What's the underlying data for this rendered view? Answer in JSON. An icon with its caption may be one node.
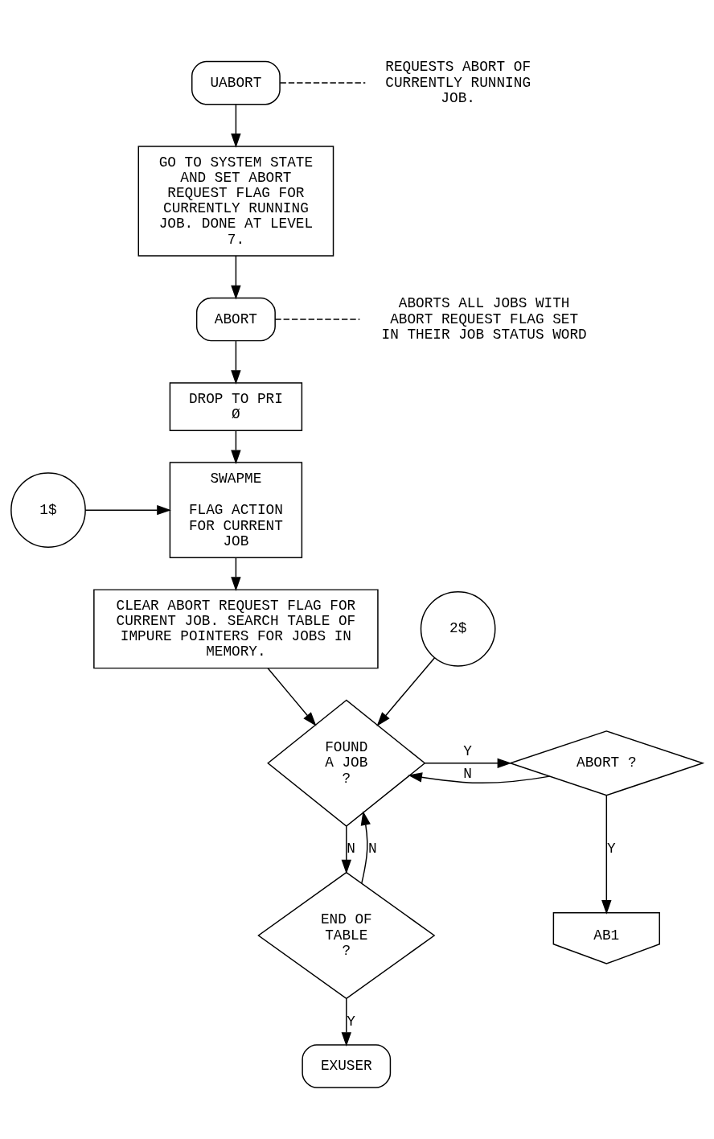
{
  "diagram": {
    "nodes": [
      {
        "text": [
          "UABORT"
        ]
      },
      {
        "text": [
          "REQUESTS ABORT OF CURRENTLY RUNNING JOB."
        ]
      },
      {
        "text": [
          "GO TO SYSTEM STATE AND SET ABORT REQUEST FLAG FOR CURRENTLY RUNNING JOB. DONE AT LEVEL 7."
        ]
      },
      {
        "text": [
          "ABORT"
        ]
      },
      {
        "text": [
          "ABORTS ALL JOBS WITH ABORT REQUEST FLAG SET IN THEIR JOB STATUS WORD"
        ]
      },
      {
        "text": [
          "DROP TO PRI Ø"
        ]
      },
      {
        "text": [
          "1$"
        ]
      },
      {
        "text": [
          "SWAPME",
          "FLAG ACTION FOR CURRENT JOB"
        ]
      },
      {
        "text": [
          "CLEAR ABORT REQUEST FLAG FOR CURRENT JOB. SEARCH TABLE OF IMPURE POINTERS FOR JOBS IN MEMORY."
        ]
      },
      {
        "text": [
          "2$"
        ]
      },
      {
        "text": [
          "FOUND A JOB ?"
        ]
      },
      {
        "text": [
          "ABORT ?"
        ]
      },
      {
        "text": [
          "END OF TABLE ?"
        ]
      },
      {
        "text": [
          "AB1"
        ]
      },
      {
        "text": [
          "EXUSER"
        ]
      }
    ],
    "edges": [
      {
        "from": 0,
        "to": 1,
        "arrow": "none",
        "style": "dashed"
      },
      {
        "from": 0,
        "to": 2,
        "arrow": "to"
      },
      {
        "from": 2,
        "to": 3,
        "arrow": "to"
      },
      {
        "from": 3,
        "to": 4,
        "arrow": "none",
        "style": "dashed"
      },
      {
        "from": 3,
        "to": 5,
        "arrow": "to"
      },
      {
        "from": 5,
        "to": 7,
        "arrow": "to"
      },
      {
        "from": 6,
        "to": 7,
        "arrow": "to"
      },
      {
        "from": 7,
        "to": 8,
        "arrow": "to"
      },
      {
        "from": 8,
        "to": 10,
        "arrow": "to"
      },
      {
        "from": 9,
        "to": 10,
        "arrow": "to"
      },
      {
        "from": 10,
        "to": 11,
        "arrow": "to",
        "label": "Y"
      },
      {
        "from": 10,
        "to": 12,
        "arrow": "to",
        "label": "N"
      },
      {
        "from": 11,
        "to": 13,
        "arrow": "to",
        "label": "Y"
      },
      {
        "from": 11,
        "to": 10,
        "arrow": "to",
        "label": "N"
      },
      {
        "from": 12,
        "to": 10,
        "arrow": "to",
        "label": "N"
      },
      {
        "from": 12,
        "to": 14,
        "arrow": "to",
        "label": "Y"
      }
    ]
  }
}
